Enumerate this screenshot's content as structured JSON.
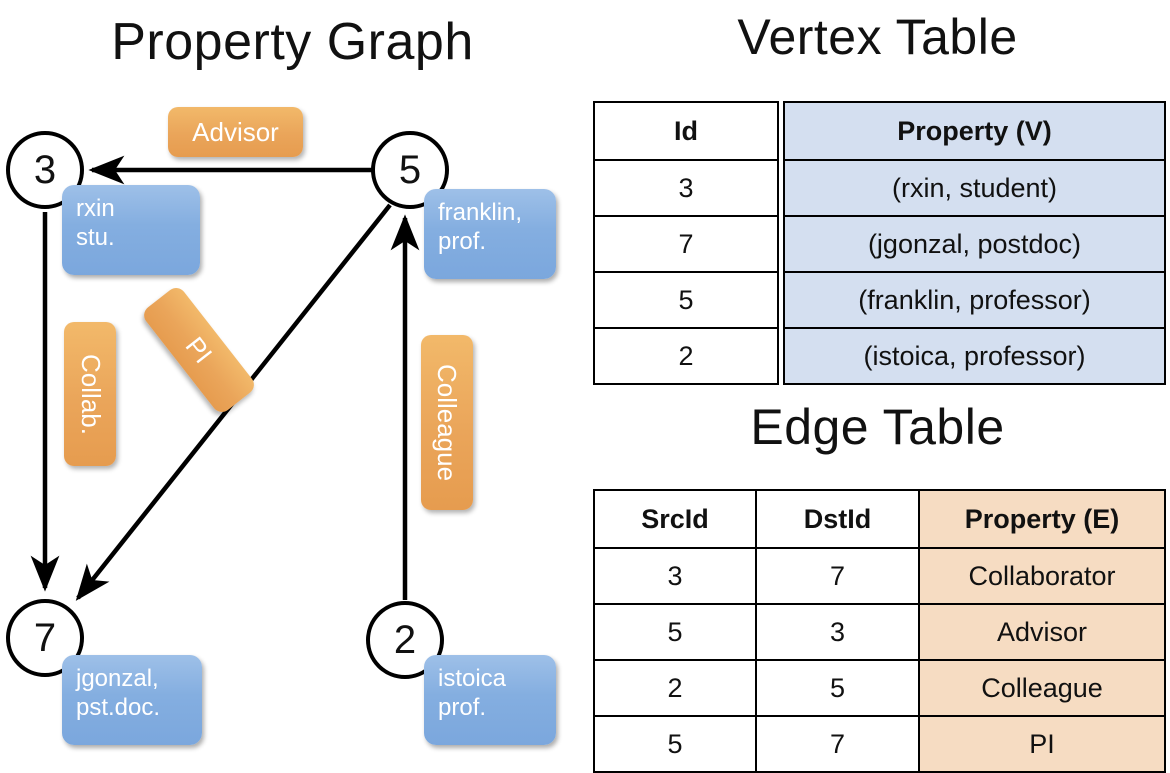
{
  "titles": {
    "property_graph": "Property Graph",
    "vertex_table": "Vertex Table",
    "edge_table": "Edge Table"
  },
  "graph": {
    "nodes": [
      {
        "id": "3",
        "property_label": "rxin\nstu."
      },
      {
        "id": "5",
        "property_label": "franklin,\nprof."
      },
      {
        "id": "7",
        "property_label": "jgonzal,\npst.doc."
      },
      {
        "id": "2",
        "property_label": "istoica\nprof."
      }
    ],
    "node_labels": {
      "n3": "3",
      "n5": "5",
      "n7": "7",
      "n2": "2"
    },
    "property_lines": {
      "n3": [
        "rxin",
        "stu."
      ],
      "n5": [
        "franklin,",
        "prof."
      ],
      "n7": [
        "jgonzal,",
        "pst.doc."
      ],
      "n2": [
        "istoica",
        "prof."
      ]
    },
    "edge_labels": {
      "advisor": "Advisor",
      "collab": "Collab.",
      "pi": "PI",
      "colleague": "Colleague"
    },
    "edges": [
      {
        "from": "5",
        "to": "3",
        "label": "Advisor"
      },
      {
        "from": "3",
        "to": "7",
        "label": "Collab."
      },
      {
        "from": "5",
        "to": "7",
        "label": "PI"
      },
      {
        "from": "2",
        "to": "5",
        "label": "Colleague"
      }
    ]
  },
  "vertex_table": {
    "headers": {
      "id": "Id",
      "property": "Property (V)"
    },
    "rows": [
      {
        "id": "3",
        "property": "(rxin, student)"
      },
      {
        "id": "7",
        "property": "(jgonzal, postdoc)"
      },
      {
        "id": "5",
        "property": "(franklin, professor)"
      },
      {
        "id": "2",
        "property": "(istoica, professor)"
      }
    ]
  },
  "edge_table": {
    "headers": {
      "src": "SrcId",
      "dst": "DstId",
      "property": "Property (E)"
    },
    "rows": [
      {
        "src": "3",
        "dst": "7",
        "property": "Collaborator"
      },
      {
        "src": "5",
        "dst": "3",
        "property": "Advisor"
      },
      {
        "src": "2",
        "dst": "5",
        "property": "Colleague"
      },
      {
        "src": "5",
        "dst": "7",
        "property": "PI"
      }
    ]
  },
  "colors": {
    "vertex_property_bg": "#d4dff0",
    "edge_property_bg": "#f6dcc2",
    "node_box_blue": "#84aee0",
    "edge_label_orange": "#eaa55a",
    "stroke": "#000000"
  }
}
